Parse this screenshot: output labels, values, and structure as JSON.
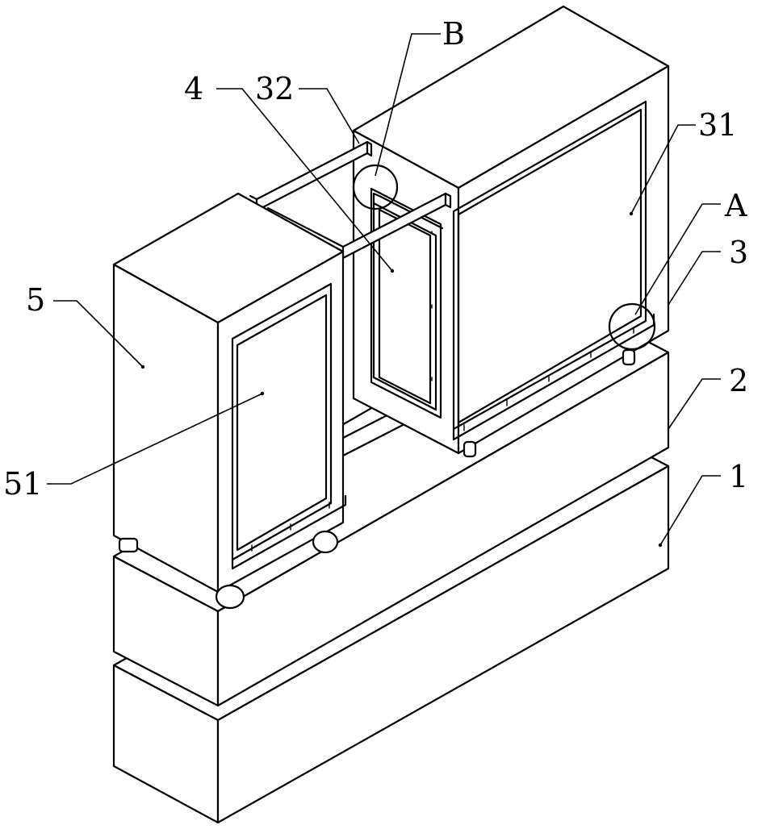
{
  "labels": {
    "ref_B": "B",
    "ref_4": "4",
    "ref_32": "32",
    "ref_31": "31",
    "ref_A": "A",
    "ref_3": "3",
    "ref_5": "5",
    "ref_2": "2",
    "ref_51": "51",
    "ref_1": "1"
  }
}
